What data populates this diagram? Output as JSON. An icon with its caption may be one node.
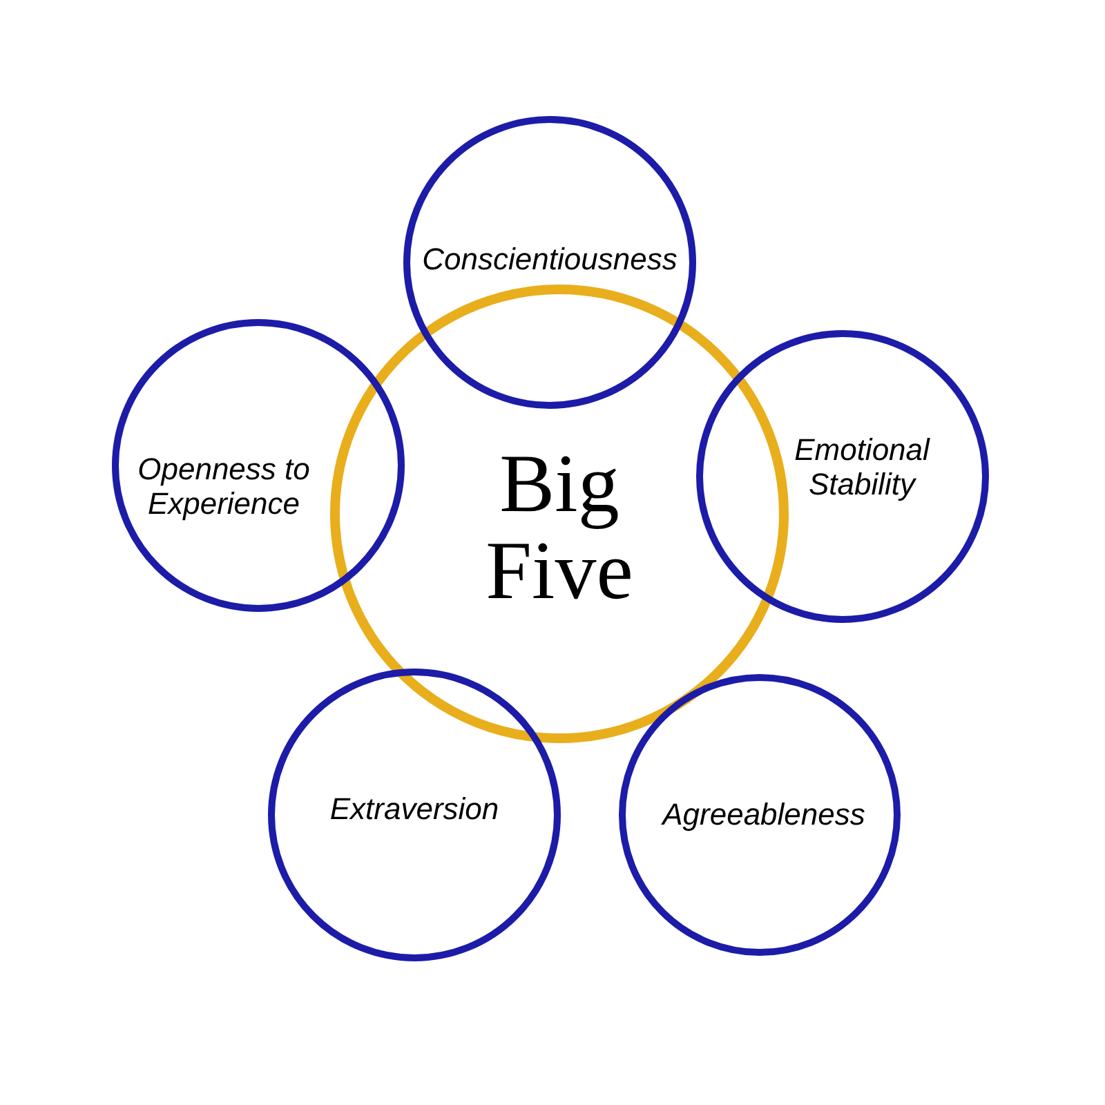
{
  "diagram": {
    "nodes": [
      {
        "text": [
          "Big Five"
        ]
      },
      {
        "text": [
          "Conscientiousness"
        ]
      },
      {
        "text": [
          "Openness to Experience"
        ]
      },
      {
        "text": [
          "Emotional Stability"
        ]
      },
      {
        "text": [
          "Extraversion"
        ]
      },
      {
        "text": [
          "Agreeableness"
        ]
      }
    ]
  }
}
